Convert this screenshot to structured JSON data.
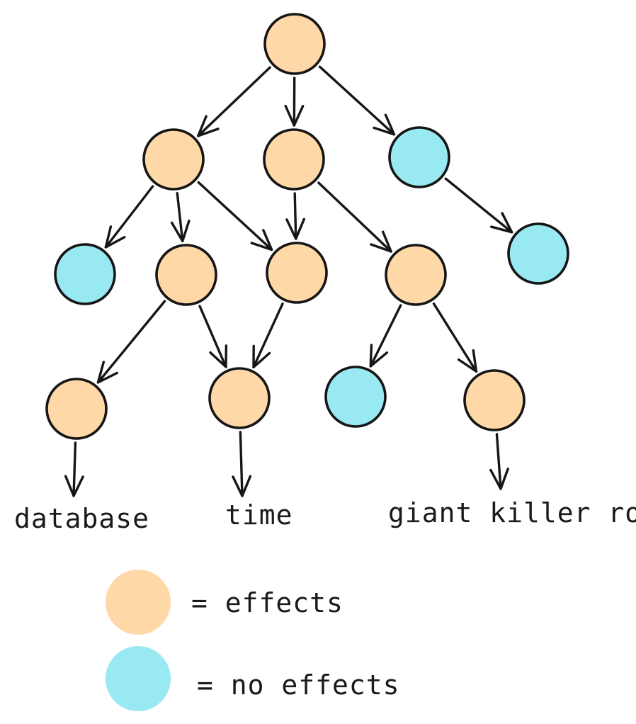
{
  "colors": {
    "effects": "#ffd8a8",
    "no_effects": "#99e9f2",
    "stroke": "#161616"
  },
  "labels": {
    "database": "database",
    "time": "time",
    "giant_killer_robot": "giant killer robot"
  },
  "legend": {
    "effects_label": "= effects",
    "no_effects_label": "= no effects"
  },
  "nodes": [
    {
      "id": "root",
      "kind": "effects"
    },
    {
      "id": "a1",
      "kind": "effects"
    },
    {
      "id": "a2",
      "kind": "effects"
    },
    {
      "id": "a3",
      "kind": "no_effects"
    },
    {
      "id": "b1",
      "kind": "no_effects"
    },
    {
      "id": "b2",
      "kind": "effects"
    },
    {
      "id": "b3",
      "kind": "effects"
    },
    {
      "id": "b4",
      "kind": "effects"
    },
    {
      "id": "b5",
      "kind": "no_effects"
    },
    {
      "id": "c1",
      "kind": "effects"
    },
    {
      "id": "c2",
      "kind": "effects"
    },
    {
      "id": "c3",
      "kind": "no_effects"
    },
    {
      "id": "c4",
      "kind": "effects"
    }
  ],
  "edges": [
    [
      "root",
      "a1"
    ],
    [
      "root",
      "a2"
    ],
    [
      "root",
      "a3"
    ],
    [
      "a1",
      "b1"
    ],
    [
      "a1",
      "b2"
    ],
    [
      "a1",
      "b3"
    ],
    [
      "a2",
      "b3"
    ],
    [
      "a2",
      "b4"
    ],
    [
      "a3",
      "b5"
    ],
    [
      "b2",
      "c1"
    ],
    [
      "b2",
      "c2"
    ],
    [
      "b3",
      "c2"
    ],
    [
      "b4",
      "c3"
    ],
    [
      "b4",
      "c4"
    ],
    [
      "c1",
      "database"
    ],
    [
      "c2",
      "time"
    ],
    [
      "c4",
      "giant_killer_robot"
    ]
  ]
}
